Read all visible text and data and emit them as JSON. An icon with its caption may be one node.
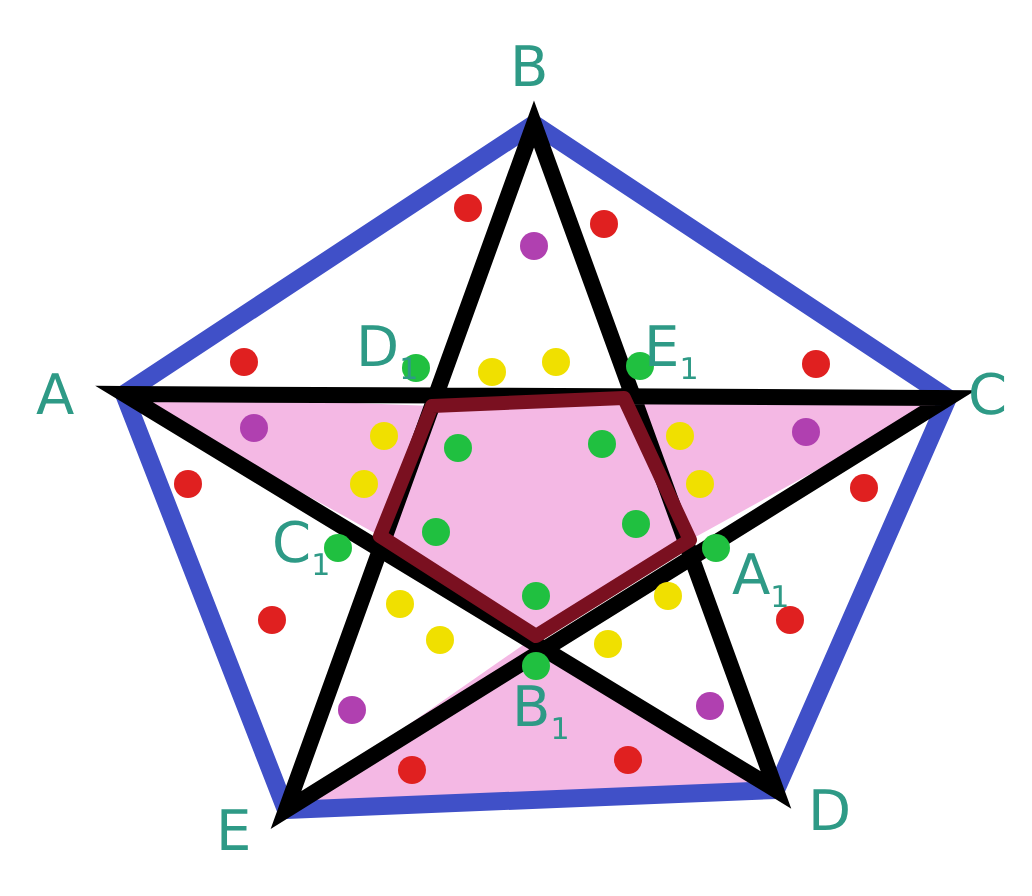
{
  "diagram": {
    "labels": [
      "B",
      "A",
      "D$_{1}$",
      "E$_{1}$",
      "C",
      "C$_{1}$",
      "A$_{1}$",
      "B$_{1}$",
      "E",
      "D"
    ]
  }
}
